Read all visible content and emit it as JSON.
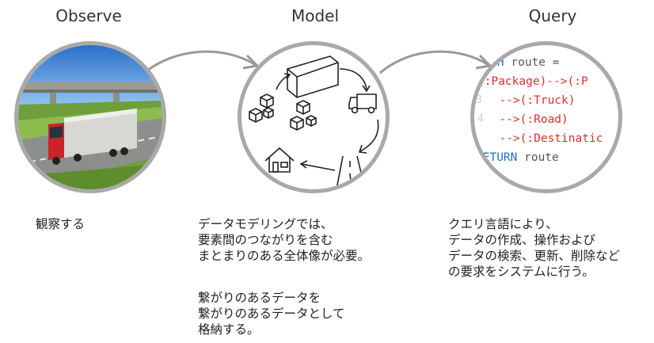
{
  "headings": {
    "observe": "Observe",
    "model": "Model",
    "query": "Query"
  },
  "query_code": {
    "line1_kw": "MATCH",
    "line1_rest": " route =",
    "line2": "(:Package)-->(:P",
    "line3": "  -->(:Truck)",
    "line4": "  -->(:Road)",
    "line5": "  -->(:Destinatic",
    "line6_kw": "RETURN",
    "line6_rest": " route",
    "gutter_3": "3",
    "gutter_4": "4"
  },
  "descriptions": {
    "observe": "観察する",
    "model_p1": "データモデリングでは、\n要素間のつながりを含む\nまとまりのある全体像が必要。",
    "model_p2": "繋がりのあるデータを\n繋がりのあるデータとして\n格納する。",
    "query": "クエリ言語により、\nデータの作成、操作および\nデータの検索、更新、削除など\nの要求をシステムに行う。"
  },
  "icons": {
    "observe_photo": "truck-on-highway-photo",
    "model_graph": "delivery-graph-icons"
  },
  "colors": {
    "circle_border": "#a9a9a9",
    "arrow": "#9a9a9a",
    "keyword": "#1f6fd1",
    "code_red": "#d9302c"
  }
}
